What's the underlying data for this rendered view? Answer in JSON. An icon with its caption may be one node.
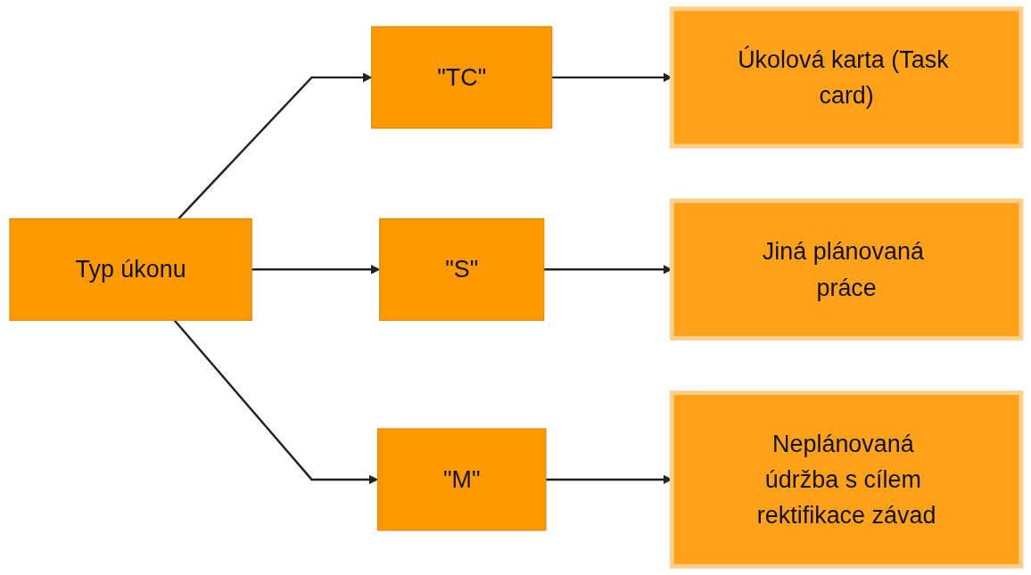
{
  "diagram": {
    "nodes": [
      {
        "text": [
          "Typ úkonu"
        ]
      },
      {
        "text": [
          "\"TC\""
        ]
      },
      {
        "text": [
          "\"S\""
        ]
      },
      {
        "text": [
          "\"M\""
        ]
      },
      {
        "text": [
          "Úkolová karta (Task card)"
        ]
      },
      {
        "text": [
          "Jiná plánovaná práce"
        ]
      },
      {
        "text": [
          "Neplánovaná údržba s cílem rektifikace závad"
        ]
      }
    ],
    "edges": [
      {
        "from": 0,
        "to": 1,
        "arrow": "to"
      },
      {
        "from": 0,
        "to": 2,
        "arrow": "to"
      },
      {
        "from": 0,
        "to": 3,
        "arrow": "to"
      },
      {
        "from": 1,
        "to": 4,
        "arrow": "to"
      },
      {
        "from": 2,
        "to": 5,
        "arrow": "to"
      },
      {
        "from": 3,
        "to": 6,
        "arrow": "to"
      }
    ]
  }
}
